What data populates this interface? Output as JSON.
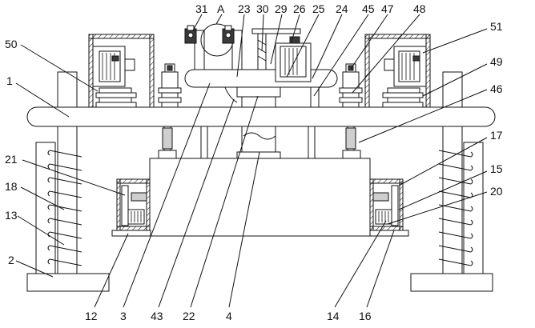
{
  "labels": {
    "l31": "31",
    "lA": "A",
    "l23": "23",
    "l30": "30",
    "l29": "29",
    "l26": "26",
    "l25": "25",
    "l24": "24",
    "l45": "45",
    "l47": "47",
    "l48": "48",
    "l51": "51",
    "l50": "50",
    "l49": "49",
    "l1": "1",
    "l46": "46",
    "l17": "17",
    "l21": "21",
    "l15": "15",
    "l18": "18",
    "l20": "20",
    "l13": "13",
    "l2": "2",
    "l12": "12",
    "l3": "3",
    "l43": "43",
    "l22": "22",
    "l4": "4",
    "l14": "14",
    "l16": "16"
  }
}
